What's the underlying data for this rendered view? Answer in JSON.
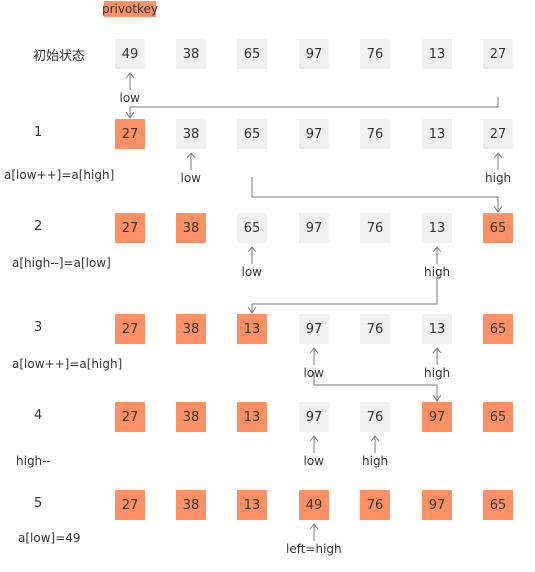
{
  "legend": {
    "label": "privotkey"
  },
  "colors": {
    "pivot": "#fe9063",
    "normal": "#efefef",
    "line": "#777777"
  },
  "rows": [
    {
      "label": "初始状态",
      "note": "",
      "cells": [
        {
          "value": "49",
          "pivot": false
        },
        {
          "value": "38",
          "pivot": false
        },
        {
          "value": "65",
          "pivot": false
        },
        {
          "value": "97",
          "pivot": false
        },
        {
          "value": "76",
          "pivot": false
        },
        {
          "value": "13",
          "pivot": false
        },
        {
          "value": "27",
          "pivot": false
        }
      ],
      "pointers": [
        {
          "col": 0,
          "label": "low"
        }
      ]
    },
    {
      "label": "1",
      "note": "a[low++]=a[high]",
      "cells": [
        {
          "value": "27",
          "pivot": true
        },
        {
          "value": "38",
          "pivot": false
        },
        {
          "value": "65",
          "pivot": false
        },
        {
          "value": "97",
          "pivot": false
        },
        {
          "value": "76",
          "pivot": false
        },
        {
          "value": "13",
          "pivot": false
        },
        {
          "value": "27",
          "pivot": false
        }
      ],
      "pointers": [
        {
          "col": 1,
          "label": "low"
        },
        {
          "col": 6,
          "label": "high"
        }
      ]
    },
    {
      "label": "2",
      "note": "a[high--]=a[low]",
      "cells": [
        {
          "value": "27",
          "pivot": true
        },
        {
          "value": "38",
          "pivot": true
        },
        {
          "value": "65",
          "pivot": false
        },
        {
          "value": "97",
          "pivot": false
        },
        {
          "value": "76",
          "pivot": false
        },
        {
          "value": "13",
          "pivot": false
        },
        {
          "value": "65",
          "pivot": true
        }
      ],
      "pointers": [
        {
          "col": 2,
          "label": "low"
        },
        {
          "col": 5,
          "label": "high"
        }
      ]
    },
    {
      "label": "3",
      "note": "a[low++]=a[high]",
      "cells": [
        {
          "value": "27",
          "pivot": true
        },
        {
          "value": "38",
          "pivot": true
        },
        {
          "value": "13",
          "pivot": true
        },
        {
          "value": "97",
          "pivot": false
        },
        {
          "value": "76",
          "pivot": false
        },
        {
          "value": "13",
          "pivot": false
        },
        {
          "value": "65",
          "pivot": true
        }
      ],
      "pointers": [
        {
          "col": 3,
          "label": "low"
        },
        {
          "col": 5,
          "label": "high"
        }
      ]
    },
    {
      "label": "4",
      "note": "high--",
      "cells": [
        {
          "value": "27",
          "pivot": true
        },
        {
          "value": "38",
          "pivot": true
        },
        {
          "value": "13",
          "pivot": true
        },
        {
          "value": "97",
          "pivot": false
        },
        {
          "value": "76",
          "pivot": false
        },
        {
          "value": "97",
          "pivot": true
        },
        {
          "value": "65",
          "pivot": true
        }
      ],
      "pointers": [
        {
          "col": 3,
          "label": "low"
        },
        {
          "col": 4,
          "label": "high"
        }
      ]
    },
    {
      "label": "5",
      "note": "a[low]=49",
      "cells": [
        {
          "value": "27",
          "pivot": true
        },
        {
          "value": "38",
          "pivot": true
        },
        {
          "value": "13",
          "pivot": true
        },
        {
          "value": "49",
          "pivot": true
        },
        {
          "value": "76",
          "pivot": true
        },
        {
          "value": "97",
          "pivot": true
        },
        {
          "value": "65",
          "pivot": true
        }
      ],
      "pointers": [
        {
          "col": 3,
          "label": "left=high"
        }
      ]
    }
  ],
  "moves": [
    {
      "from_row": 0,
      "from_col": 6,
      "to_row": 1,
      "to_col": 0
    },
    {
      "from_row": 1,
      "from_col": 2,
      "to_row": 2,
      "to_col": 6
    },
    {
      "from_row": 2,
      "from_col": 5,
      "to_row": 3,
      "to_col": 2
    },
    {
      "from_row": 3,
      "from_col": 3,
      "to_row": 4,
      "to_col": 5
    }
  ]
}
